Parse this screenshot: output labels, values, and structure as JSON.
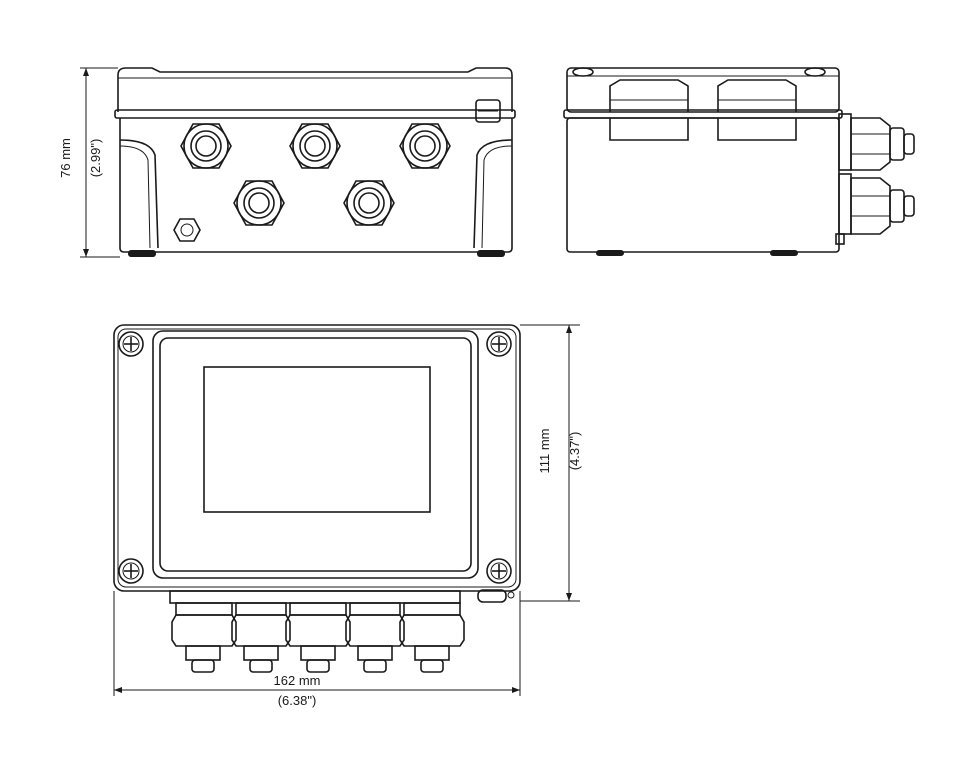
{
  "dimensions": {
    "height": {
      "metric": "76 mm",
      "imperial": "(2.99\")"
    },
    "depth": {
      "metric": "111 mm",
      "imperial": "(4.37\")"
    },
    "width": {
      "metric": "162 mm",
      "imperial": "(6.38\")"
    }
  },
  "colors": {
    "line": "#1a1a1a",
    "background": "#ffffff"
  }
}
